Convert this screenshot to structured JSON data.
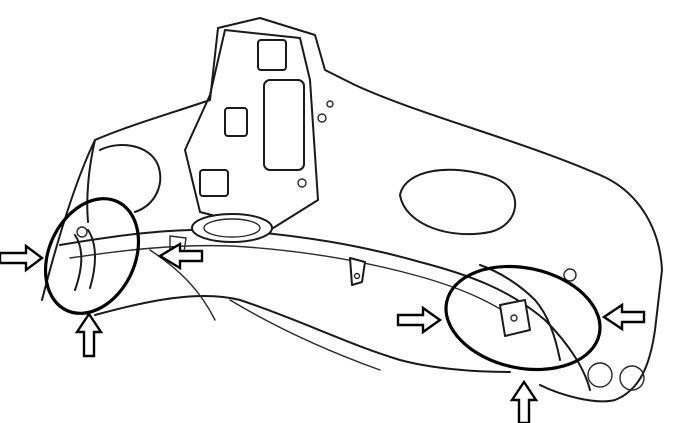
{
  "figure": {
    "subject": "",
    "colors": {
      "ink": "#1a1a1a",
      "background": "#ffffff",
      "callout": "#000000",
      "arrow_fill": "#ffffff"
    },
    "callouts": [
      {
        "id": "left",
        "arrow_count": 3
      },
      {
        "id": "right",
        "arrow_count": 3
      }
    ]
  }
}
